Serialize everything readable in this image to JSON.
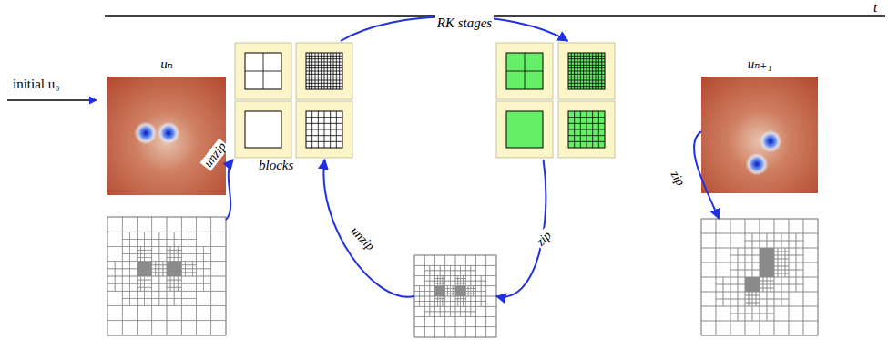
{
  "diagram": {
    "nodes": [
      {
        "text": [
          "uₙ"
        ]
      },
      {
        "text": [
          "blocks"
        ]
      },
      {
        "text": []
      },
      {
        "text": []
      },
      {
        "text": [
          "uₙ₊₁"
        ]
      },
      {
        "text": []
      }
    ],
    "edges": [
      {
        "from": 0,
        "to": 1,
        "label": "unzip",
        "arrow": "to"
      },
      {
        "from": 1,
        "to": 2,
        "label": "RK stages",
        "arrow": "to"
      },
      {
        "from": 2,
        "to": 3,
        "label": "zip",
        "arrow": "to"
      },
      {
        "from": 3,
        "to": 1,
        "label": "unzip",
        "arrow": "to"
      },
      {
        "from": 4,
        "to": 5,
        "label": "zip",
        "arrow": "to"
      }
    ],
    "labels": [
      "t",
      "initial u₀"
    ]
  }
}
